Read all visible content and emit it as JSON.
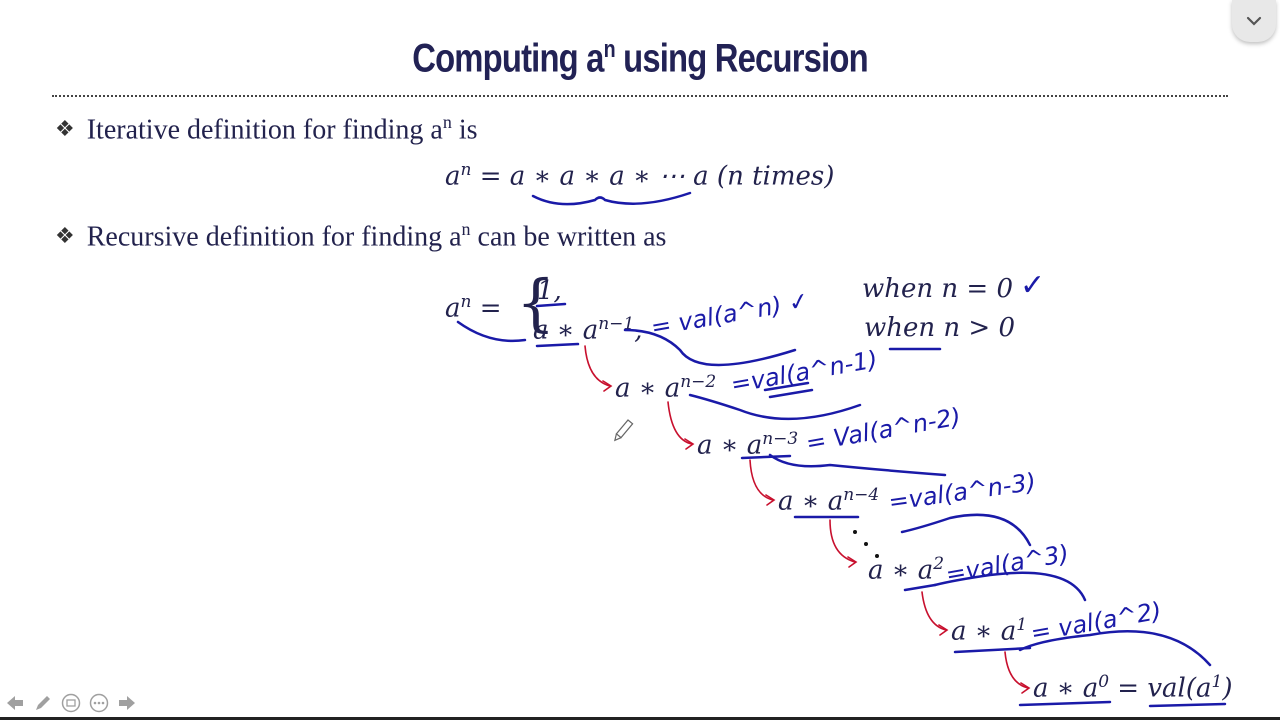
{
  "slide": {
    "title_main": "Computing a",
    "title_sup": "n",
    "title_rest": " using Recursion",
    "bullet1": {
      "mark": "❖",
      "text": "Iterative definition for finding a",
      "sup": "n",
      "tail": " is"
    },
    "iterative_formula": {
      "lhs": "a",
      "lhs_sup": "n",
      "rhs": " = a ∗ a ∗ a ∗ ⋯ a (n times)"
    },
    "bullet2": {
      "mark": "❖",
      "text": "Recursive definition for finding a",
      "sup": "n",
      "tail": " can be written as"
    },
    "recursive_def": {
      "lhs": "a",
      "lhs_sup": "n",
      "eq": "=",
      "case1": "1,",
      "case2_base": "a ∗ a",
      "case2_sup": "n−1",
      "case2_comma": ",",
      "cond1": "when n = 0",
      "cond2": "when n > 0"
    },
    "expansion": [
      {
        "base": "a ∗ a",
        "sup": "n−2"
      },
      {
        "base": "a ∗ a",
        "sup": "n−3"
      },
      {
        "base": "a ∗ a",
        "sup": "n−4"
      },
      {
        "base": "a ∗ a",
        "sup": "2"
      },
      {
        "base": "a ∗ a",
        "sup": "1"
      },
      {
        "base": "a ∗ a",
        "sup": "0",
        "tail": " = val(a",
        "tail_sup": "1",
        "tail_end": ")"
      }
    ],
    "annotations": {
      "val_n": "= val(a^n) ✓",
      "val_n1": "=val(a^n-1)",
      "val_n2": "= Val(a^n-2)",
      "val_n3": "=val(a^n-3)",
      "val_3": "=val(a^3)",
      "val_2": "= val(a^2)",
      "check": "✓"
    }
  },
  "ui": {
    "collapse_icon": "chevron-down-icon",
    "tools": [
      "arrow-left-icon",
      "pen-icon",
      "slides-icon",
      "more-icon",
      "arrow-right-icon"
    ]
  },
  "colors": {
    "ink_blue": "#1a1aa8",
    "ink_red": "#c8102e",
    "text": "#22224d"
  }
}
